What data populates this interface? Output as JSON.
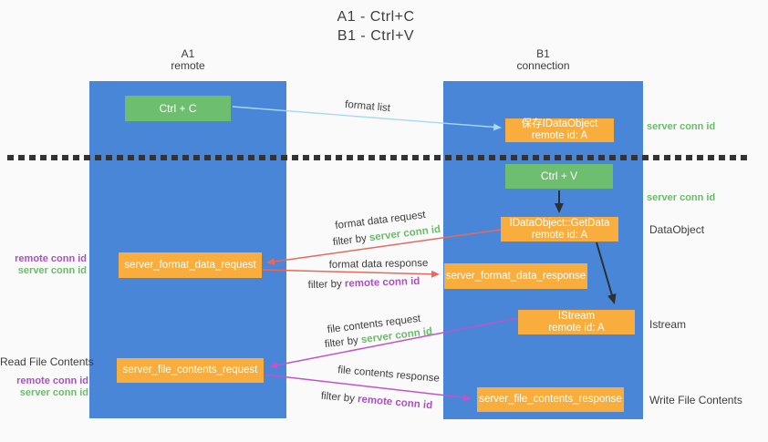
{
  "title": {
    "line1": "A1 - Ctrl+C",
    "line2": "B1 - Ctrl+V"
  },
  "lanes": {
    "left": {
      "title": "A1",
      "subtitle": "remote"
    },
    "right": {
      "title": "B1",
      "subtitle": "connection"
    }
  },
  "boxes": {
    "ctrl_c": {
      "label": "Ctrl + C"
    },
    "save_dataobject": {
      "line1": "保存IDataObject",
      "line2": "remote id: A"
    },
    "ctrl_v": {
      "label": "Ctrl + V"
    },
    "getdata": {
      "line1": "IDataObject::GetData",
      "line2": "remote id: A"
    },
    "server_format_data_request": {
      "label": "server_format_data_request"
    },
    "server_format_data_response": {
      "label": "server_format_data_response"
    },
    "istream": {
      "line1": "IStream",
      "line2": "remote id: A"
    },
    "server_file_contents_request": {
      "label": "server_file_contents_request"
    },
    "server_file_contents_response": {
      "label": "server_file_contents_response"
    }
  },
  "flow_labels": {
    "format_list": "format list",
    "format_data_request": "format data request",
    "format_data_request_filter_prefix": "filter by ",
    "format_data_request_filter_value": "server conn id",
    "format_data_response": "format data response",
    "format_data_response_filter_prefix": "filter by ",
    "format_data_response_filter_value": "remote conn id",
    "file_contents_request": "file contents request",
    "file_contents_request_filter_prefix": "filter by ",
    "file_contents_request_filter_value": "server conn id",
    "file_contents_response": "file contents response",
    "file_contents_response_filter_prefix": "filter by ",
    "file_contents_response_filter_value": "remote conn id"
  },
  "left_annotations": {
    "format_remote_conn_id": "remote conn id",
    "format_server_conn_id": "server conn id",
    "read_file_contents": "Read File Contents",
    "file_remote_conn_id": "remote conn id",
    "file_server_conn_id": "server conn id"
  },
  "right_annotations": {
    "server_conn_id_top": "server conn id",
    "server_conn_id_mid": "server conn id",
    "dataobject": "DataObject",
    "istream": "Istream",
    "write_file_contents": "Write File Contents"
  },
  "colors": {
    "lane_blue": "#4A86D8",
    "box_green": "#6DBE6E",
    "box_orange": "#F9AD3D",
    "arrow_blue": "#A6D9F2",
    "arrow_red": "#E8695B",
    "arrow_magenta": "#C253C9",
    "arrow_black": "#2F2F2F",
    "text_green": "#68BD68",
    "text_purple": "#AC4FC4",
    "text_dark": "#3C3C3C",
    "background": "#FAFAFA"
  }
}
